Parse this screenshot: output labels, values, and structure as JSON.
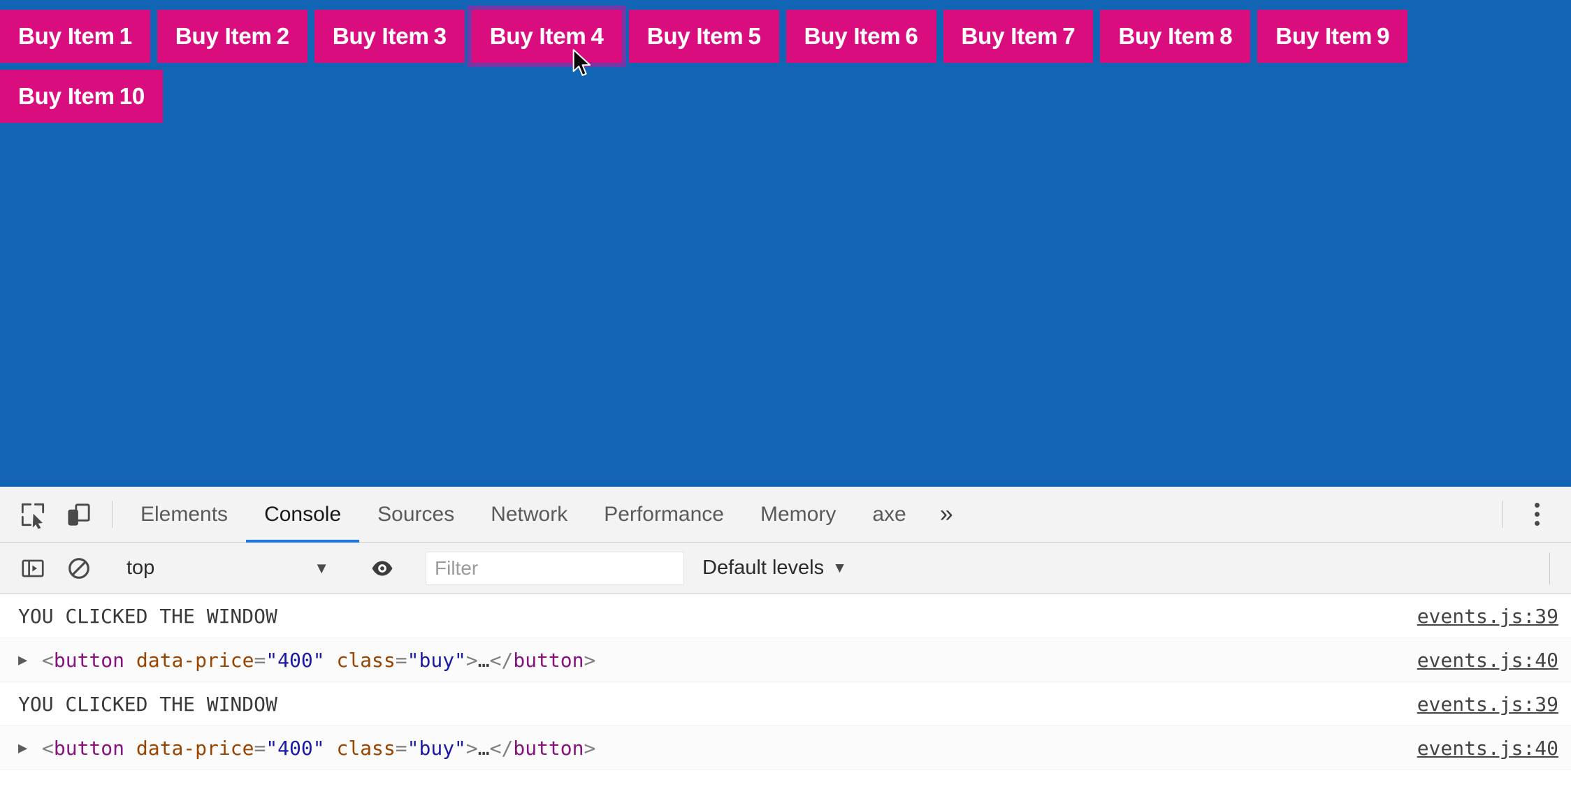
{
  "page": {
    "background_color": "#1265b5",
    "button_color": "#da0d7e",
    "focus_ring_color": "#7536a8",
    "buttons": [
      {
        "label": "Buy Item",
        "num": "1",
        "focused": false
      },
      {
        "label": "Buy Item",
        "num": "2",
        "focused": false
      },
      {
        "label": "Buy Item",
        "num": "3",
        "focused": false
      },
      {
        "label": "Buy Item",
        "num": "4",
        "focused": true
      },
      {
        "label": "Buy Item",
        "num": "5",
        "focused": false
      },
      {
        "label": "Buy Item",
        "num": "6",
        "focused": false
      },
      {
        "label": "Buy Item",
        "num": "7",
        "focused": false
      },
      {
        "label": "Buy Item",
        "num": "8",
        "focused": false
      },
      {
        "label": "Buy Item",
        "num": "9",
        "focused": false
      },
      {
        "label": "Buy Item",
        "num": "10",
        "focused": false
      }
    ]
  },
  "devtools": {
    "accent_color": "#1a73e8",
    "icons": {
      "inspect": "inspect-element-icon",
      "device": "device-toolbar-icon",
      "more_tabs": "»",
      "kebab": "more-options-icon",
      "sidebar": "console-sidebar-icon",
      "clear": "clear-console-icon",
      "eye": "create-live-expression-icon"
    },
    "tabs": [
      {
        "label": "Elements",
        "active": false
      },
      {
        "label": "Console",
        "active": true
      },
      {
        "label": "Sources",
        "active": false
      },
      {
        "label": "Network",
        "active": false
      },
      {
        "label": "Performance",
        "active": false
      },
      {
        "label": "Memory",
        "active": false
      },
      {
        "label": "axe",
        "active": false
      }
    ],
    "console_toolbar": {
      "context": "top",
      "context_caret": "▼",
      "filter_placeholder": "Filter",
      "filter_value": "",
      "levels": "Default levels",
      "levels_caret": "▼"
    },
    "messages": [
      {
        "kind": "text",
        "text": "YOU CLICKED THE WINDOW",
        "source": "events.js:39"
      },
      {
        "kind": "object",
        "arrow": "▶",
        "source": "events.js:40",
        "tokens": [
          {
            "t": "punct",
            "v": "<"
          },
          {
            "t": "tag",
            "v": "button"
          },
          {
            "t": "punct",
            "v": " "
          },
          {
            "t": "attr",
            "v": "data-price"
          },
          {
            "t": "punct",
            "v": "="
          },
          {
            "t": "val",
            "v": "\"400\""
          },
          {
            "t": "punct",
            "v": " "
          },
          {
            "t": "attr",
            "v": "class"
          },
          {
            "t": "punct",
            "v": "="
          },
          {
            "t": "val",
            "v": "\"buy\""
          },
          {
            "t": "punct",
            "v": ">"
          },
          {
            "t": "ell",
            "v": "…"
          },
          {
            "t": "punct",
            "v": "</"
          },
          {
            "t": "tag",
            "v": "button"
          },
          {
            "t": "punct",
            "v": ">"
          }
        ]
      },
      {
        "kind": "text",
        "text": "YOU CLICKED THE WINDOW",
        "source": "events.js:39"
      },
      {
        "kind": "object",
        "arrow": "▶",
        "source": "events.js:40",
        "tokens": [
          {
            "t": "punct",
            "v": "<"
          },
          {
            "t": "tag",
            "v": "button"
          },
          {
            "t": "punct",
            "v": " "
          },
          {
            "t": "attr",
            "v": "data-price"
          },
          {
            "t": "punct",
            "v": "="
          },
          {
            "t": "val",
            "v": "\"400\""
          },
          {
            "t": "punct",
            "v": " "
          },
          {
            "t": "attr",
            "v": "class"
          },
          {
            "t": "punct",
            "v": "="
          },
          {
            "t": "val",
            "v": "\"buy\""
          },
          {
            "t": "punct",
            "v": ">"
          },
          {
            "t": "ell",
            "v": "…"
          },
          {
            "t": "punct",
            "v": "</"
          },
          {
            "t": "tag",
            "v": "button"
          },
          {
            "t": "punct",
            "v": ">"
          }
        ]
      }
    ]
  }
}
